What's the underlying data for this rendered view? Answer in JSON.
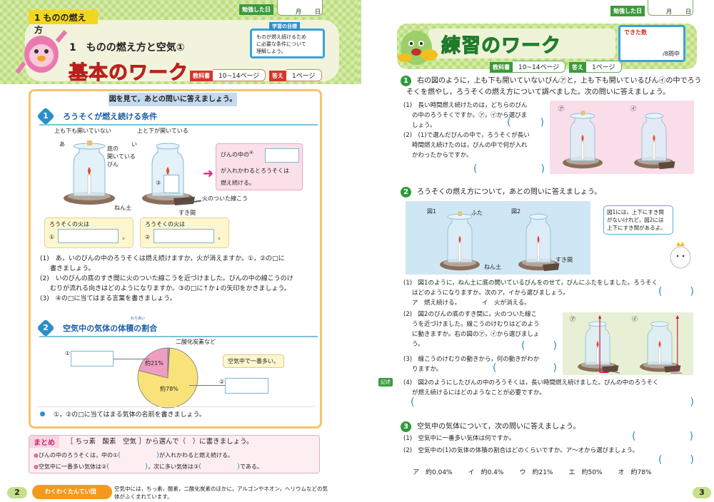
{
  "left": {
    "unit_tab": "1 ものの燃え方",
    "subtitle": "1　ものの燃え方と空気①",
    "title": "基本のワーク",
    "study_date": {
      "label": "勉強した日",
      "month": "月",
      "day": "日"
    },
    "textbook": {
      "label": "教科書",
      "value": "10~14ページ"
    },
    "answers": {
      "label": "答え",
      "value": "1ページ"
    },
    "goal": {
      "label": "学習の目標",
      "text": [
        "ものが燃え続けるため",
        "に必要な条件について",
        "理解しよう。"
      ]
    },
    "instruction": "図を見て，あとの問いに答えましょう。",
    "section1": {
      "num": "1",
      "title": "ろうそくが燃え続ける条件",
      "label_a": "上も下も開いていない",
      "label_b": "上と下が開いている",
      "mark_a": "あ",
      "mark_b": "い",
      "jar_label": [
        "底の",
        "開いている",
        "びん"
      ],
      "clay": "ねん土",
      "incense": "火のついた線こう",
      "gap": "すき間",
      "mark3": "③",
      "pink": {
        "line1": "びんの中の",
        "mark": "④",
        "line2": "が入れかわるとろうそくは",
        "line3": "燃え続ける。"
      },
      "box1": {
        "label": "ろうそくの火は",
        "mark": "①",
        "end": "。"
      },
      "box2": {
        "label": "ろうそくの火は",
        "mark": "②",
        "end": "。"
      },
      "questions": [
        [
          "(1)　あ，いのびんの中のろうそくは燃え続けますか，火が消えますか。①，②の□に",
          "書きましょう。"
        ],
        [
          "(2)　いのびんの底のすき間に火のついた線こうを近づけました。びんの中の線こうのけ",
          "むりが流れる向きはどのようになりますか。③の□に↑か↓の矢印をかきましょう。"
        ],
        [
          "(3)　④の□に当てはまる言葉を書きましょう。"
        ]
      ]
    },
    "section2": {
      "num": "2",
      "title": "空気中の気体の体積の割合",
      "ruby": "わりあい",
      "pie": [
        {
          "label": "約78%",
          "value": 78,
          "color": "#fae27a"
        },
        {
          "label": "約21%",
          "value": 21,
          "color": "#ee9ec0"
        },
        {
          "label": "二酸化炭素など",
          "value": 1,
          "color": "#999999"
        }
      ],
      "mark1": "①",
      "mark2": "②",
      "bubble": "空気中で一番多い。",
      "question": "①，②の□に当てはまる気体の名前を書きましょう。"
    },
    "summary": {
      "label": "まとめ",
      "instruction": "［ ちっ素　酸素　空気 ］から選んで（　）に書きましょう。",
      "line1": [
        "びんの中のろうそくは，中の①",
        "が入れかわると燃え続ける。"
      ],
      "line2": [
        "空気中に一番多い気体は②",
        "，次に多い気体は③",
        "である。"
      ]
    },
    "page_number": "2",
    "tanteidan": {
      "logo": "わくわくたんてい団",
      "text": [
        "空気中には，ちっ素，酸素，二酸化炭素のほかに，アルゴンやネオン，ヘリウムなどの気",
        "体がふくまれています。"
      ]
    }
  },
  "right": {
    "title": "練習のワーク",
    "study_date": {
      "label": "勉強した日",
      "month": "月",
      "day": "日"
    },
    "textbook": {
      "label": "教科書",
      "value": "10~14ページ"
    },
    "answers": {
      "label": "答え",
      "value": "1ページ"
    },
    "score": {
      "label": "できた数",
      "value": "/8問中"
    },
    "q1": {
      "num": "1",
      "text": [
        "右の図のように，上も下も開いていないびん㋐と，上も下も開いているびん㋑の中でろう",
        "そくを燃やし，ろうそくの燃え方について調べました。次の問いに答えましょう。"
      ],
      "sub1": [
        "(1)　長い時間燃え続けたのは，どちらのびん",
        "の中のろうそくですか。㋐，㋑から選びま",
        "しょう。"
      ],
      "sub2": [
        "(2)　(1)で選んだびんの中で，ろうそくが長い",
        "時間燃え続けたのは，びんの中で何が入れ",
        "かわったからですか。"
      ],
      "mark_a": "㋐",
      "mark_b": "㋑"
    },
    "q2": {
      "num": "2",
      "text": "ろうそくの燃え方について，あとの問いに答えましょう。",
      "fig1": "図1",
      "fig2": "図2",
      "lid": "ふた",
      "clay": "ねん土",
      "gap": "すき間",
      "bubble": [
        "図1には，上下にすき間",
        "がないけれど，図2には",
        "上下にすき間があるよ。"
      ],
      "sub1": [
        "(1)　図1のように，ねん土に底の開いているびんをのせて，びんにふたをしました。ろうそく",
        "はどのようになりますか。次のア，イから選びましょう。"
      ],
      "choices1": [
        "ア　燃え続ける。",
        "イ　火が消える。"
      ],
      "sub2": [
        "(2)　図2のびんの底のすき間に，火のついた線こ",
        "うを近づけました。線こうのけむりはどのよう",
        "に動きますか。右の図の㋐，㋑から選びましょ",
        "う。"
      ],
      "sub3": [
        "(3)　線こうのけむりの動きから，何の動きがわか",
        "りますか。"
      ],
      "badge": "記述",
      "sub4": [
        "(4)　図2のようにしたびんの中のろうそくは，長い時間燃え続けました。びんの中のろうそく",
        "が燃え続けるにはどのようなことが必要ですか。"
      ],
      "mark_a": "㋐",
      "mark_b": "㋑"
    },
    "q3": {
      "num": "3",
      "text": "空気中の気体について，次の問いに答えましょう。",
      "sub1": "(1)　空気中に一番多い気体は何ですか。",
      "sub2": "(2)　空気中の(1)の気体の体積の割合はどのくらいですか。ア～オから選びましょう。",
      "choices": [
        "ア　約0.04%",
        "イ　約0.4%",
        "ウ　約21%",
        "エ　約50%",
        "オ　約78%"
      ]
    },
    "paren_open": "(",
    "paren_close": ")",
    "page_number": "3"
  }
}
